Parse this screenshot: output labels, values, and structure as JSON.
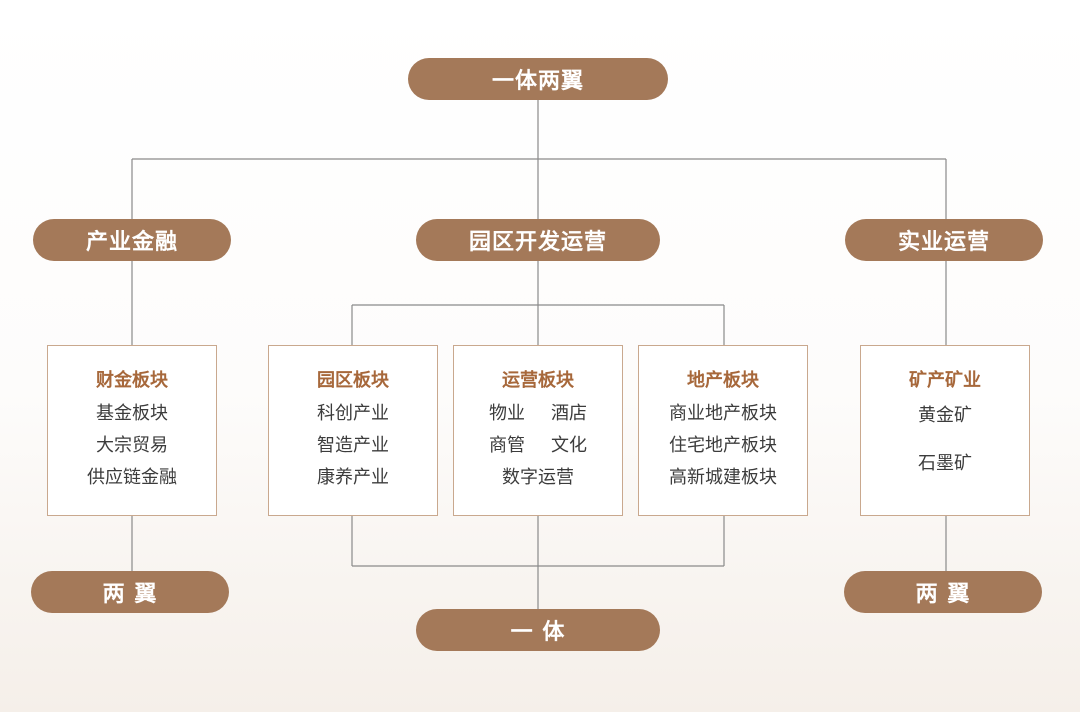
{
  "top": "一体两翼",
  "pillars": {
    "left": "产业金融",
    "center": "园区开发运营",
    "right": "实业运营"
  },
  "blocks": {
    "finance": {
      "title": "财金板块",
      "items": [
        "基金板块",
        "大宗贸易",
        "供应链金融"
      ]
    },
    "park": {
      "title": "园区板块",
      "items": [
        "科创产业",
        "智造产业",
        "康养产业"
      ]
    },
    "ops": {
      "title": "运营板块",
      "rows": [
        [
          "物业",
          "酒店"
        ],
        [
          "商管",
          "文化"
        ]
      ],
      "last": "数字运营"
    },
    "estate": {
      "title": "地产板块",
      "items": [
        "商业地产板块",
        "住宅地产板块",
        "高新城建板块"
      ]
    },
    "mining": {
      "title": "矿产矿业",
      "items": [
        "黄金矿",
        "石墨矿"
      ]
    }
  },
  "bottom": {
    "left": "两 翼",
    "center": "一 体",
    "right": "两 翼"
  },
  "colors": {
    "accent": "#a47959",
    "title": "#a7683b",
    "line": "#8a8a8a"
  }
}
